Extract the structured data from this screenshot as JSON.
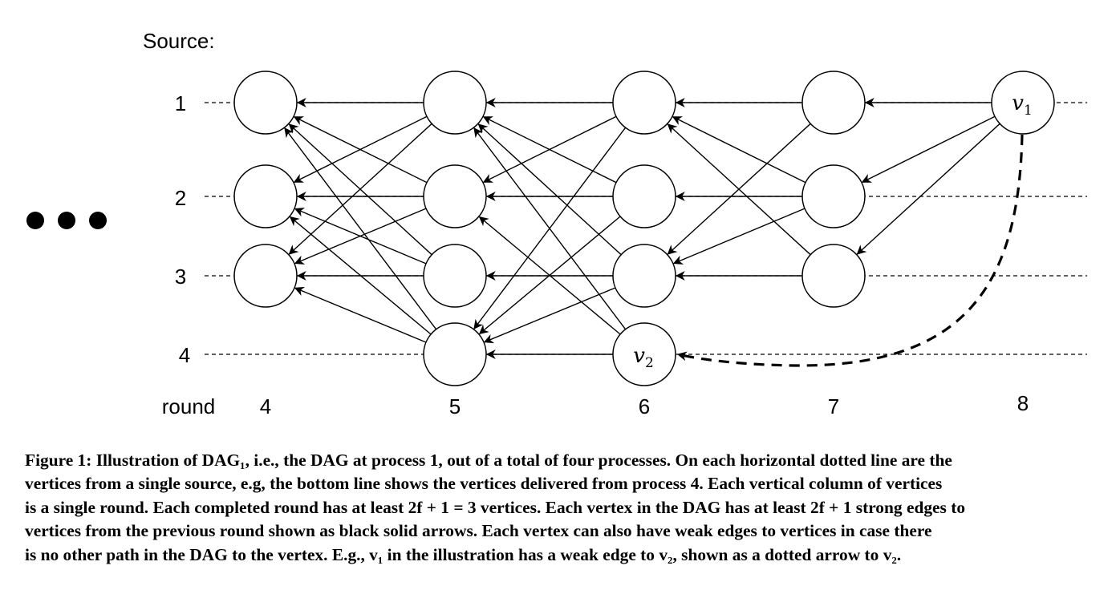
{
  "diagram": {
    "source_label": "Source:",
    "round_label": "round",
    "sources": [
      "1",
      "2",
      "3",
      "4"
    ],
    "rounds": [
      "4",
      "5",
      "6",
      "7",
      "8"
    ],
    "ellipsis": "●●●",
    "vertex_v1": "v",
    "vertex_v1_sub": "1",
    "vertex_v2": "v",
    "vertex_v2_sub": "2",
    "edge_style": {
      "strong": "solid black arrow",
      "weak": "dashed black arrow"
    },
    "vertices": [
      {
        "round": 4,
        "source": 1
      },
      {
        "round": 4,
        "source": 2
      },
      {
        "round": 4,
        "source": 3
      },
      {
        "round": 5,
        "source": 1
      },
      {
        "round": 5,
        "source": 2
      },
      {
        "round": 5,
        "source": 3
      },
      {
        "round": 5,
        "source": 4
      },
      {
        "round": 6,
        "source": 1
      },
      {
        "round": 6,
        "source": 2
      },
      {
        "round": 6,
        "source": 3
      },
      {
        "round": 6,
        "source": 4,
        "label": "v2"
      },
      {
        "round": 7,
        "source": 1
      },
      {
        "round": 7,
        "source": 2
      },
      {
        "round": 7,
        "source": 3
      },
      {
        "round": 8,
        "source": 1,
        "label": "v1"
      }
    ],
    "strong_edges": [
      {
        "from": [
          5,
          1
        ],
        "to": [
          [
            4,
            1
          ],
          [
            4,
            2
          ],
          [
            4,
            3
          ]
        ]
      },
      {
        "from": [
          5,
          2
        ],
        "to": [
          [
            4,
            1
          ],
          [
            4,
            2
          ],
          [
            4,
            3
          ]
        ]
      },
      {
        "from": [
          5,
          3
        ],
        "to": [
          [
            4,
            1
          ],
          [
            4,
            2
          ],
          [
            4,
            3
          ]
        ]
      },
      {
        "from": [
          5,
          4
        ],
        "to": [
          [
            4,
            1
          ],
          [
            4,
            2
          ],
          [
            4,
            3
          ]
        ]
      },
      {
        "from": [
          6,
          1
        ],
        "to": [
          [
            5,
            1
          ],
          [
            5,
            2
          ],
          [
            5,
            4
          ]
        ]
      },
      {
        "from": [
          6,
          2
        ],
        "to": [
          [
            5,
            1
          ],
          [
            5,
            2
          ],
          [
            5,
            4
          ]
        ]
      },
      {
        "from": [
          6,
          3
        ],
        "to": [
          [
            5,
            1
          ],
          [
            5,
            3
          ],
          [
            5,
            4
          ]
        ]
      },
      {
        "from": [
          6,
          4
        ],
        "to": [
          [
            5,
            1
          ],
          [
            5,
            2
          ],
          [
            5,
            4
          ]
        ]
      },
      {
        "from": [
          7,
          1
        ],
        "to": [
          [
            6,
            1
          ],
          [
            6,
            3
          ]
        ]
      },
      {
        "from": [
          7,
          2
        ],
        "to": [
          [
            6,
            1
          ],
          [
            6,
            2
          ],
          [
            6,
            3
          ]
        ]
      },
      {
        "from": [
          7,
          3
        ],
        "to": [
          [
            6,
            1
          ],
          [
            6,
            3
          ]
        ]
      },
      {
        "from": [
          8,
          1
        ],
        "to": [
          [
            7,
            1
          ],
          [
            7,
            2
          ],
          [
            7,
            3
          ]
        ]
      }
    ],
    "weak_edges": [
      {
        "from": [
          8,
          1
        ],
        "to": [
          6,
          4
        ]
      }
    ]
  },
  "caption": {
    "lines": [
      "Figure 1: Illustration of DAG₁, i.e., the DAG at process 1, out of a total of four processes. On each horizontal dotted line are the",
      "vertices from a single source, e.g, the bottom line shows the vertices delivered from process 4. Each vertical column of vertices",
      "is a single round. Each completed round has at least 2f + 1 = 3 vertices. Each vertex in the DAG has at least 2f + 1 strong edges to",
      "vertices from the previous round shown as black solid arrows. Each vertex can also have weak edges to vertices in case there",
      "is no other path in the DAG to the vertex. E.g., v₁ in the illustration has a weak edge to v₂, shown as a dotted arrow to v₂."
    ]
  }
}
